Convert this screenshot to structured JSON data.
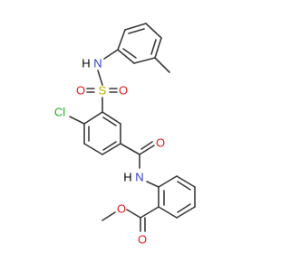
{
  "molecule": {
    "atom_colors": {
      "C": "#3a3a3a",
      "N": "#2f3bd0",
      "O": "#e01b1b",
      "S": "#b8b000",
      "Cl": "#1fae1f"
    },
    "labels": {
      "nh_top": "N",
      "h_top": "H",
      "s": "S",
      "o_left": "O",
      "o_right": "O",
      "cl": "Cl",
      "o_carbonyl": "O",
      "nh_mid": "N",
      "h_mid": "H",
      "o_ester_carbonyl": "O",
      "o_ester": "O"
    }
  }
}
